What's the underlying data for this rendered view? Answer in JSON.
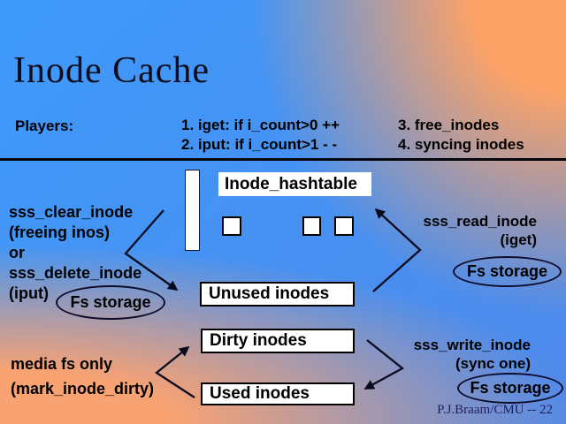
{
  "slide": {
    "title": "Inode Cache",
    "players_label": "Players:",
    "calls": [
      "1. iget: if i_count>0 ++",
      "2. iput: if i_count>1 - -",
      "3. free_inodes",
      "4. syncing inodes"
    ],
    "hashtable_label": "Inode_hashtable",
    "list_boxes": {
      "unused": "Unused inodes",
      "dirty": "Dirty inodes",
      "used": "Used inodes"
    },
    "left_note": {
      "line1": "sss_clear_inode",
      "line2": "(freeing inos)",
      "line3": "or",
      "line4": "sss_delete_inode",
      "line5": "(iput)"
    },
    "read_note": {
      "line1": "sss_read_inode",
      "line2": "(iget)"
    },
    "write_note": {
      "line1": "sss_write_inode",
      "line2": "(sync one)"
    },
    "media_note": {
      "line1": "media fs only",
      "line2": "(mark_inode_dirty)"
    },
    "fs_storage_left": "Fs storage",
    "fs_storage_right": "Fs storage",
    "fs_storage_bottom": "Fs storage",
    "footer": "P.J.Braam/CMU -- 22",
    "colors": {
      "background_blue": "#3e9afb",
      "background_orange": "#fca266",
      "box_fill": "#ffffff",
      "line_black": "#0b0b20",
      "footer_navy": "#1f1f5e"
    }
  }
}
